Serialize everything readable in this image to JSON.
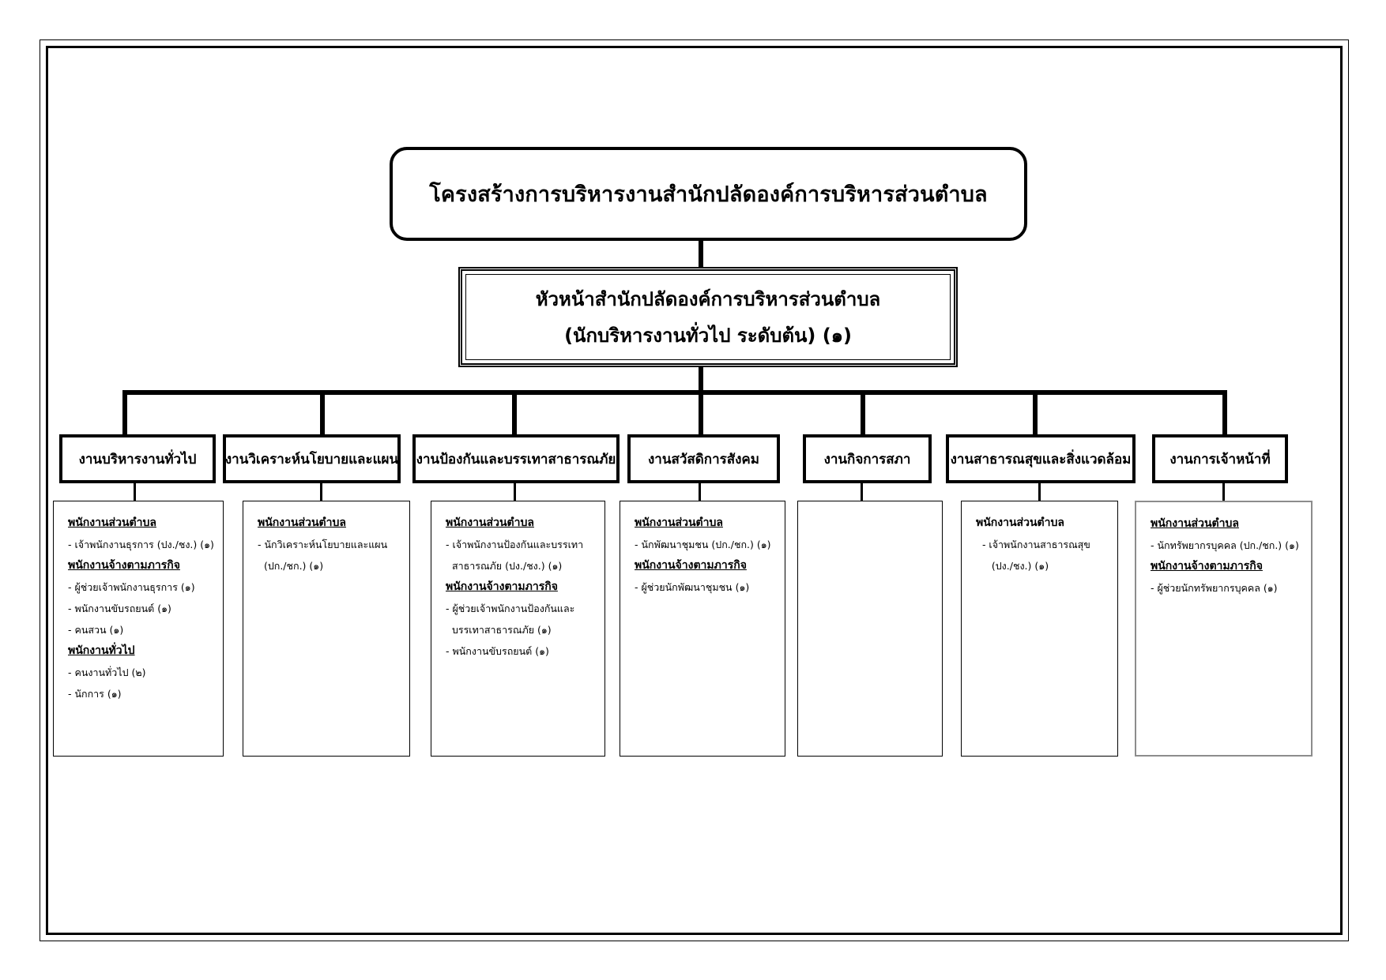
{
  "title": "โครงสร้างการบริหารงานสำนักปลัดองค์การบริหารส่วนตำบล",
  "head": {
    "line1": "หัวหน้าสำนักปลัดองค์การบริหารส่วนตำบล",
    "line2": "(นักบริหารงานทั่วไป ระดับต้น) (๑)"
  },
  "departments": [
    {
      "label": "งานบริหารงานทั่วไป",
      "groups": [
        {
          "title": "พนักงานส่วนตำบล",
          "underline": true,
          "items": [
            "- เจ้าพนักงานธุรการ (ปง./ชง.) (๑)"
          ]
        },
        {
          "title": "พนักงานจ้างตามภารกิจ",
          "underline": true,
          "items": [
            "- ผู้ช่วยเจ้าพนักงานธุรการ (๑)",
            "- พนักงานขับรถยนต์ (๑)",
            "- คนสวน (๑)"
          ]
        },
        {
          "title": "พนักงานทั่วไป",
          "underline": true,
          "items": [
            "- คนงานทั่วไป (๒)",
            "- นักการ (๑)"
          ]
        }
      ]
    },
    {
      "label": "งานวิเคราะห์นโยบายและแผน",
      "groups": [
        {
          "title": "พนักงานส่วนตำบล",
          "underline": true,
          "items": [
            "- นักวิเคราะห์นโยบายและแผน",
            "  (ปก./ชก.) (๑)"
          ]
        }
      ]
    },
    {
      "label": "งานป้องกันและบรรเทาสาธารณภัย",
      "groups": [
        {
          "title": "พนักงานส่วนตำบล",
          "underline": true,
          "items": [
            "- เจ้าพนักงานป้องกันและบรรเทา",
            "  สาธารณภัย (ปง./ชง.) (๑)"
          ]
        },
        {
          "title": "พนักงานจ้างตามภารกิจ",
          "underline": true,
          "items": [
            "- ผู้ช่วยเจ้าพนักงานป้องกันและ",
            "  บรรเทาสาธารณภัย (๑)",
            "- พนักงานขับรถยนต์ (๑)"
          ]
        }
      ]
    },
    {
      "label": "งานสวัสดิการสังคม",
      "groups": [
        {
          "title": "พนักงานส่วนตำบล",
          "underline": true,
          "items": [
            "- นักพัฒนาชุมชน (ปก./ชก.) (๑)"
          ]
        },
        {
          "title": "พนักงานจ้างตามภารกิจ",
          "underline": true,
          "items": [
            "- ผู้ช่วยนักพัฒนาชุมชน (๑)"
          ]
        }
      ]
    },
    {
      "label": "งานกิจการสภา",
      "groups": []
    },
    {
      "label": "งานสาธารณสุขและสิ่งแวดล้อม",
      "groups": [
        {
          "title": "พนักงานส่วนตำบล",
          "underline": false,
          "items": [
            "  - เจ้าพนักงานสาธารณสุข",
            "     (ปง./ชง.) (๑)"
          ]
        }
      ]
    },
    {
      "label": "งานการเจ้าหน้าที่",
      "groups": [
        {
          "title": "พนักงานส่วนตำบล",
          "underline": true,
          "items": [
            "- นักทรัพยากรบุคคล (ปก./ชก.) (๑)"
          ]
        },
        {
          "title": "พนักงานจ้างตามภารกิจ",
          "underline": true,
          "items": [
            "- ผู้ช่วยนักทรัพยากรบุคคล (๑)"
          ]
        }
      ]
    }
  ]
}
